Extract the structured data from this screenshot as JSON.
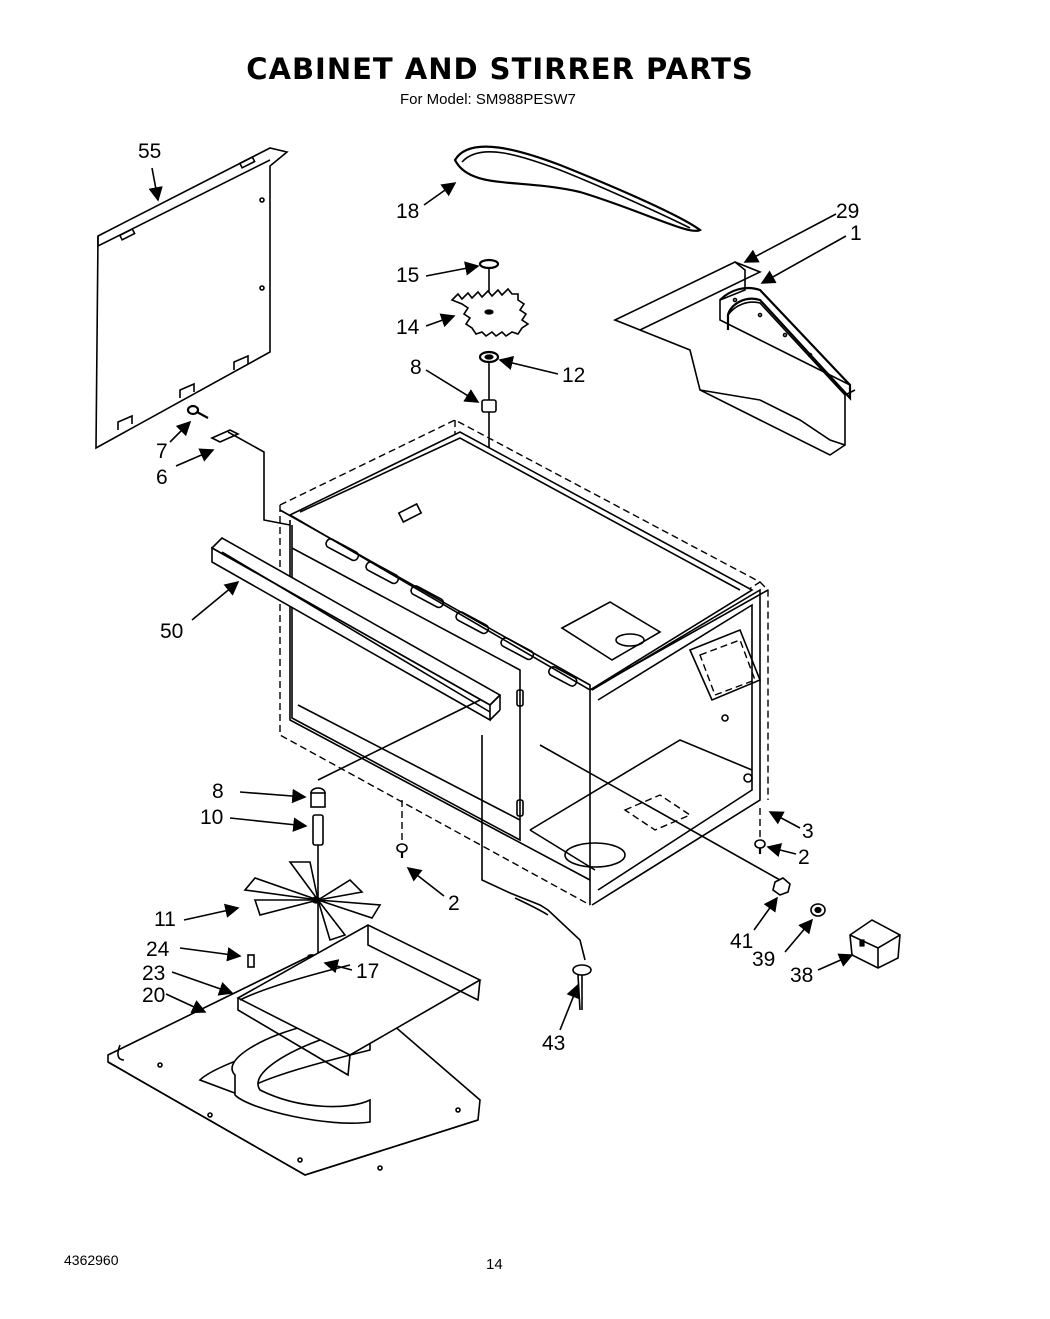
{
  "header": {
    "title": "CABINET AND STIRRER PARTS",
    "subtitle": "For Model: SM988PESW7"
  },
  "footer": {
    "document_number": "4362960",
    "page_number": "14"
  },
  "callouts": [
    {
      "id": "55",
      "text": "55"
    },
    {
      "id": "18",
      "text": "18"
    },
    {
      "id": "29",
      "text": "29"
    },
    {
      "id": "1",
      "text": "1"
    },
    {
      "id": "15",
      "text": "15"
    },
    {
      "id": "14",
      "text": "14"
    },
    {
      "id": "12",
      "text": "12"
    },
    {
      "id": "8a",
      "text": "8"
    },
    {
      "id": "7",
      "text": "7"
    },
    {
      "id": "6",
      "text": "6"
    },
    {
      "id": "50",
      "text": "50"
    },
    {
      "id": "8b",
      "text": "8"
    },
    {
      "id": "10",
      "text": "10"
    },
    {
      "id": "2a",
      "text": "2"
    },
    {
      "id": "3",
      "text": "3"
    },
    {
      "id": "2b",
      "text": "2"
    },
    {
      "id": "11",
      "text": "11"
    },
    {
      "id": "24",
      "text": "24"
    },
    {
      "id": "23",
      "text": "23"
    },
    {
      "id": "20",
      "text": "20"
    },
    {
      "id": "17",
      "text": "17"
    },
    {
      "id": "41",
      "text": "41"
    },
    {
      "id": "39",
      "text": "39"
    },
    {
      "id": "38",
      "text": "38"
    },
    {
      "id": "43",
      "text": "43"
    }
  ]
}
